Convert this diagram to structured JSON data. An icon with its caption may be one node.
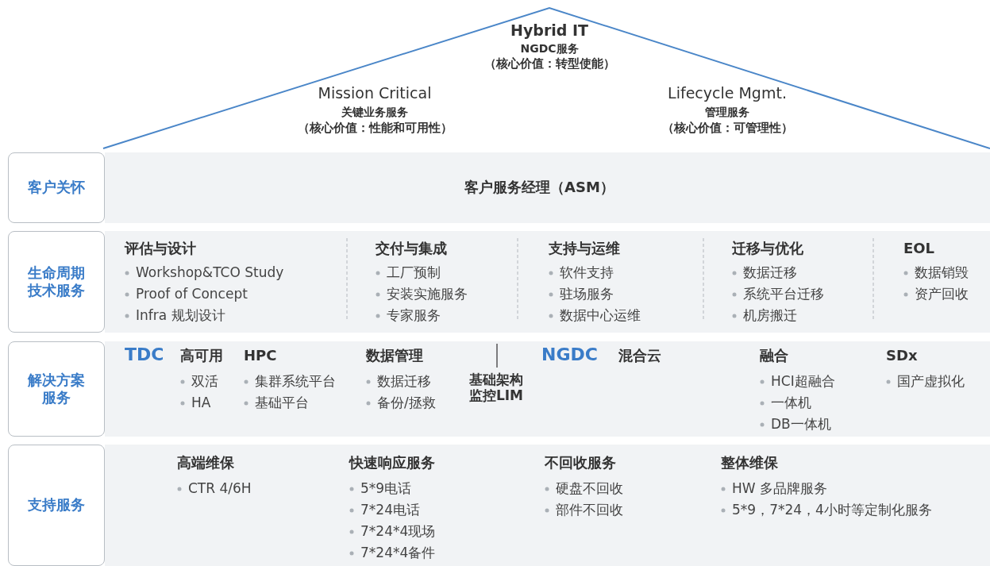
{
  "diagram": {
    "nodes": [
      {
        "text": [
          "Hybrid IT",
          "NGDC服务",
          "（核心价值：转型使能）",
          "Mission Critical",
          "关键业务服务",
          "（核心价值：性能和可用性）",
          "Lifecycle Mgmt.",
          "管理服务",
          "（核心价值：可管理性）"
        ]
      },
      {
        "text": [
          "客户关怀"
        ]
      },
      {
        "text": [
          "客户服务经理（ASM）"
        ]
      },
      {
        "text": [
          "生命周期技术服务"
        ]
      },
      {
        "text": [
          "评估与设计",
          "Workshop&TCO Study",
          "Proof of Concept",
          "Infra 规划设计",
          "交付与集成",
          "工厂预制",
          "安装实施服务",
          "专家服务",
          "支持与运维",
          "软件支持",
          "驻场服务",
          "数据中心运维",
          "迁移与优化",
          "数据迁移",
          "系统平台迁移",
          "机房搬迁",
          "EOL",
          "数据销毁",
          "资产回收"
        ]
      },
      {
        "text": [
          "解决方案服务"
        ]
      },
      {
        "text": [
          "TDC",
          "高可用",
          "双活",
          "HA",
          "HPC",
          "集群系统平台",
          "基础平台",
          "数据管理",
          "数据迁移",
          "备份/拯救",
          "基础架构监控LIM",
          "NGDC",
          "混合云",
          "融合",
          "HCI超融合",
          "一体机",
          "DB一体机",
          "SDx",
          "国产虚拟化"
        ]
      },
      {
        "text": [
          "支持服务"
        ]
      },
      {
        "text": [
          "高端维保",
          "CTR 4/6H",
          "快速响应服务",
          "5*9电话",
          "7*24电话",
          "7*24*4现场",
          "7*24*4备件",
          "不回收服务",
          "硬盘不回收",
          "部件不回收",
          "整体维保",
          "HW 多品牌服务",
          "5*9，7*24，4小时等定制化服务"
        ]
      }
    ]
  }
}
